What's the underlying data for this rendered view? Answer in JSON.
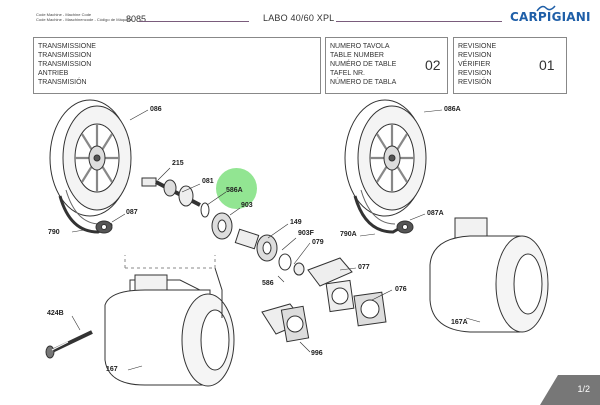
{
  "header": {
    "code_lines": [
      "Code Machine - Machine Code",
      "Code Machine - Maschinencode - Código de Máquina"
    ],
    "machine_code": "8085",
    "model": "LABO 40/60 XPL",
    "brand": "CARPIGIANI"
  },
  "boxes": {
    "section": [
      "TRANSMISSIONE",
      "TRANSMISSION",
      "TRANSMISSION",
      "ANTRIEB",
      "TRANSMISIÓN"
    ],
    "table": [
      "NUMERO TAVOLA",
      "TABLE NUMBER",
      "NUMÉRO DE TABLE",
      "TAFEL NR.",
      "NÚMERO DE TABLA"
    ],
    "table_number": "02",
    "revision": [
      "REVISIONE",
      "REVISION",
      "VÉRIFIER",
      "REVISION",
      "REVISIÓN"
    ],
    "revision_number": "01"
  },
  "parts": {
    "p086": "086",
    "p086a": "086A",
    "p215": "215",
    "p081": "081",
    "p586a": "586A",
    "p903": "903",
    "p087": "087",
    "p087a": "087A",
    "p790": "790",
    "p790a": "790A",
    "p149": "149",
    "p903f": "903F",
    "p079": "079",
    "p586": "586",
    "p077": "077",
    "p076": "076",
    "p424b": "424B",
    "p167": "167",
    "p167a": "167A",
    "p996": "996"
  },
  "pager": "1/2",
  "colors": {
    "brand": "#1f5fa8",
    "highlight": "#7fe07f",
    "rule": "#7a5c7c"
  }
}
